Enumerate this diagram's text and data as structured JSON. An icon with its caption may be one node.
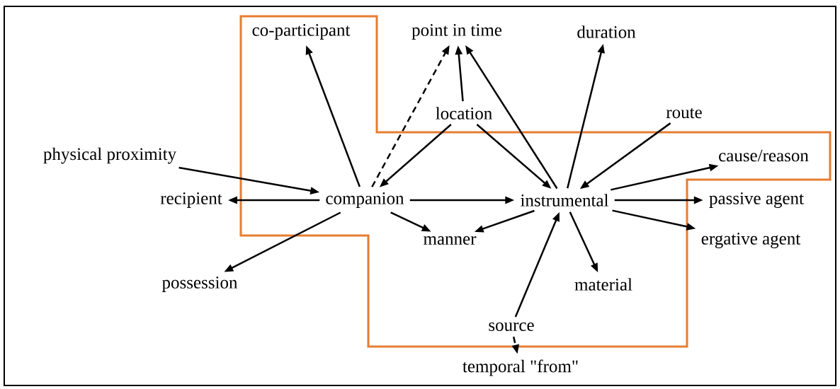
{
  "diagram": {
    "nodes": [
      {
        "text": [
          "co-participant"
        ]
      },
      {
        "text": [
          "point in time"
        ]
      },
      {
        "text": [
          "duration"
        ]
      },
      {
        "text": [
          "location"
        ]
      },
      {
        "text": [
          "route"
        ]
      },
      {
        "text": [
          "physical proximity"
        ]
      },
      {
        "text": [
          "cause/reason"
        ]
      },
      {
        "text": [
          "recipient"
        ]
      },
      {
        "text": [
          "companion"
        ]
      },
      {
        "text": [
          "instrumental"
        ]
      },
      {
        "text": [
          "passive agent"
        ]
      },
      {
        "text": [
          "manner"
        ]
      },
      {
        "text": [
          "ergative agent"
        ]
      },
      {
        "text": [
          "possession"
        ]
      },
      {
        "text": [
          "material"
        ]
      },
      {
        "text": [
          "source"
        ]
      },
      {
        "text": [
          "temporal \"from\""
        ]
      }
    ],
    "edges": [
      {
        "from": 8,
        "to": 0,
        "arrow": "to"
      },
      {
        "from": 8,
        "to": 1,
        "arrow": "to",
        "style": "dashed"
      },
      {
        "from": 3,
        "to": 1,
        "arrow": "to"
      },
      {
        "from": 3,
        "to": 8,
        "arrow": "to"
      },
      {
        "from": 3,
        "to": 9,
        "arrow": "to"
      },
      {
        "from": 9,
        "to": 1,
        "arrow": "to"
      },
      {
        "from": 9,
        "to": 2,
        "arrow": "to"
      },
      {
        "from": 4,
        "to": 9,
        "arrow": "to"
      },
      {
        "from": 9,
        "to": 6,
        "arrow": "to"
      },
      {
        "from": 5,
        "to": 8,
        "arrow": "to"
      },
      {
        "from": 8,
        "to": 7,
        "arrow": "to"
      },
      {
        "from": 8,
        "to": 9,
        "arrow": "to"
      },
      {
        "from": 9,
        "to": 10,
        "arrow": "to"
      },
      {
        "from": 8,
        "to": 11,
        "arrow": "to"
      },
      {
        "from": 9,
        "to": 11,
        "arrow": "to"
      },
      {
        "from": 9,
        "to": 12,
        "arrow": "to"
      },
      {
        "from": 8,
        "to": 13,
        "arrow": "to"
      },
      {
        "from": 9,
        "to": 14,
        "arrow": "to"
      },
      {
        "from": 15,
        "to": 9,
        "arrow": "to"
      },
      {
        "from": 15,
        "to": 16,
        "arrow": "to",
        "style": "dashed"
      }
    ]
  }
}
